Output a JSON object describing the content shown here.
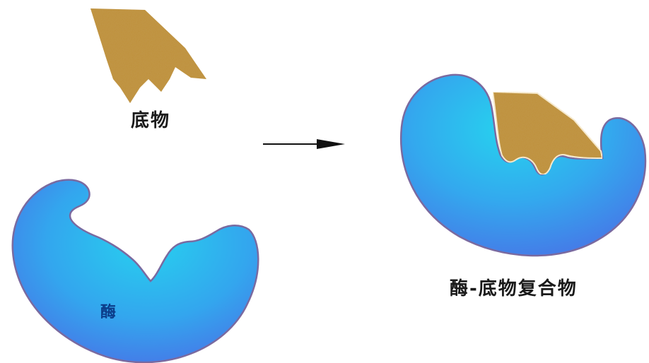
{
  "labels": {
    "substrate": "底物",
    "enzyme": "酶",
    "complex": "酶-底物复合物"
  },
  "colors": {
    "substrate_fill": "#bf8f3a",
    "enzyme_light": "#26c6ee",
    "enzyme_dark": "#4677e8",
    "outline": "#7a6aa0",
    "arrow": "#111111",
    "label_text": "#1a1a1a",
    "enzyme_label_text": "#0c3d8a"
  }
}
